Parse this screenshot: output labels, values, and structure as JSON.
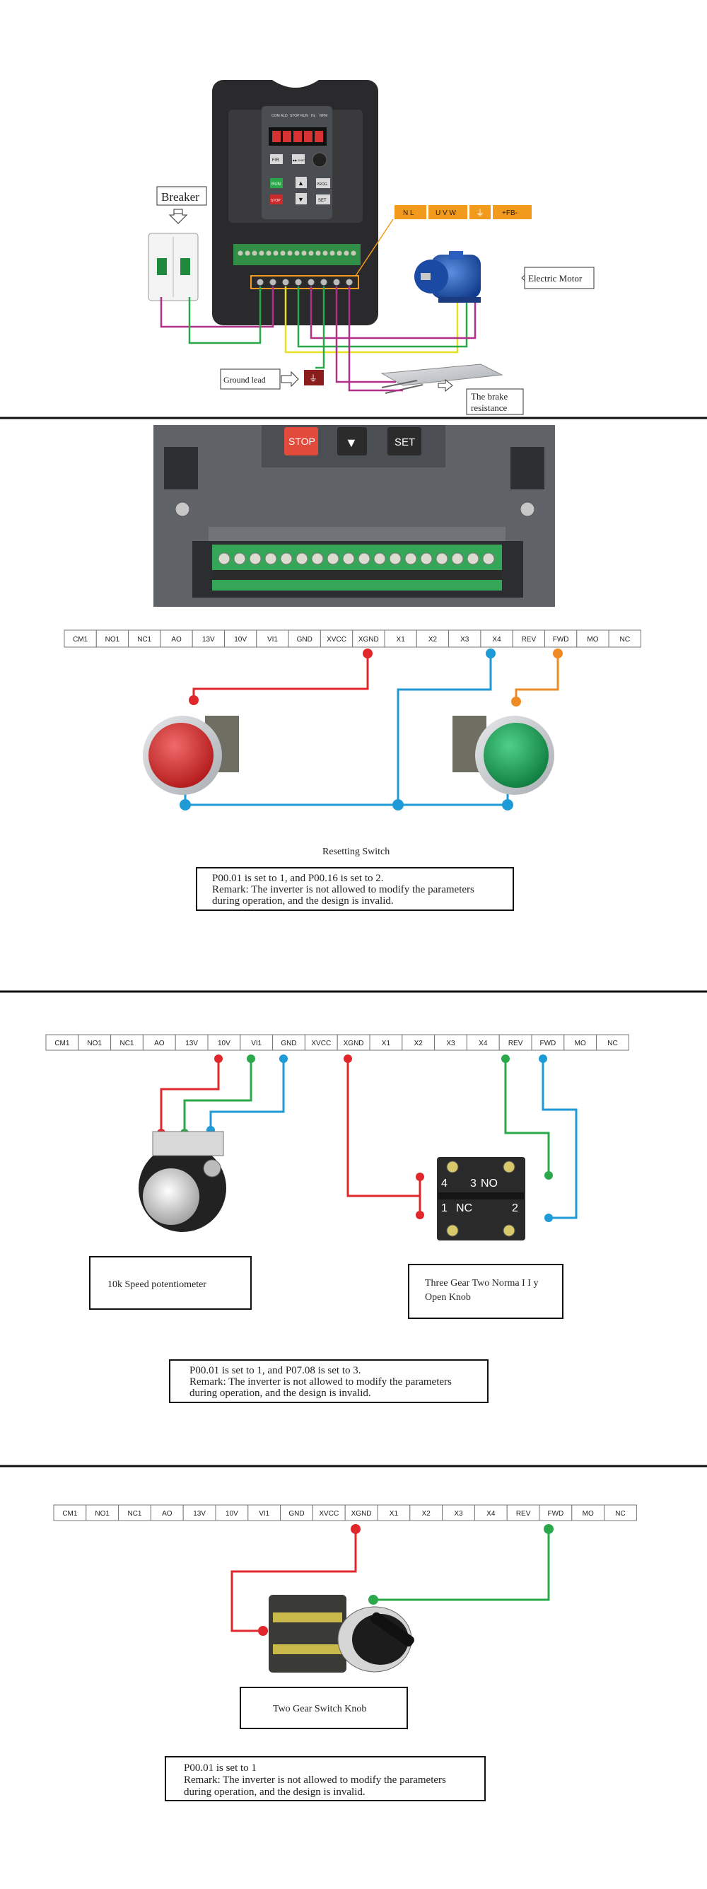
{
  "section1": {
    "breaker_label": "Breaker",
    "motor_label": "Electric Motor",
    "ground_label": "Ground  lead",
    "brake_label_line1": "The brake",
    "brake_label_line2": "resistance",
    "terminal_tags": [
      "N  L",
      "U V W",
      "",
      "+FB-"
    ],
    "keypad_leds": [
      "COM",
      "ALD",
      "STOP",
      "RUN",
      "Hz",
      "RPM"
    ],
    "keypad_keys": [
      "F/R",
      "▶▶ SHIFT",
      "RUN",
      "▲",
      "PROG",
      "STOP",
      "▼",
      "SET"
    ]
  },
  "section2": {
    "photo_keys": [
      "STOP",
      "▼",
      "SET"
    ],
    "terminals": [
      "CM1",
      "NO1",
      "NC1",
      "AO",
      "13V",
      "10V",
      "VI1",
      "GND",
      "XVCC",
      "XGND",
      "X1",
      "X2",
      "X3",
      "X4",
      "REV",
      "FWD",
      "MO",
      "NC"
    ],
    "switch_caption": "Resetting Switch",
    "note_line1": "P00.01 is set to 1, and P00.16 is set to 2.",
    "note_line2": "Remark: The inverter is not allowed to modify the parameters",
    "note_line3": "during operation, and the design is invalid."
  },
  "section3": {
    "terminals": [
      "CM1",
      "NO1",
      "NC1",
      "AO",
      "13V",
      "10V",
      "VI1",
      "GND",
      "XVCC",
      "XGND",
      "X1",
      "X2",
      "X3",
      "X4",
      "REV",
      "FWD",
      "MO",
      "NC"
    ],
    "pot_label": "10k Speed potentiometer",
    "knob_label_line1": "Three Gear Two Norma I I y",
    "knob_label_line2": "Open Knob",
    "contact_labels": [
      "4",
      "NO",
      "3",
      "1",
      "NC",
      "2"
    ],
    "note_line1": "P00.01 is set to 1, and P07.08 is set to 3.",
    "note_line2": "Remark: The inverter is not allowed to modify the parameters",
    "note_line3": "during operation, and the design is invalid."
  },
  "section4": {
    "terminals": [
      "CM1",
      "NO1",
      "NC1",
      "AO",
      "13V",
      "10V",
      "VI1",
      "GND",
      "XVCC",
      "XGND",
      "X1",
      "X2",
      "X3",
      "X4",
      "REV",
      "FWD",
      "MO",
      "NC"
    ],
    "knob_label": "Two Gear Switch Knob",
    "note_line1": "P00.01 is set to 1",
    "note_line2": "Remark: The inverter is not allowed to modify the parameters",
    "note_line3": "during operation, and the design is invalid."
  },
  "colors": {
    "red_wire": "#e0282c",
    "blue_wire": "#1e9ad6",
    "green_wire": "#2aa84a",
    "orange_wire": "#f08a24",
    "magenta_wire": "#b0308a",
    "yellow_wire": "#e8e020",
    "tag_orange": "#f29a1c",
    "divider": "#111111"
  }
}
